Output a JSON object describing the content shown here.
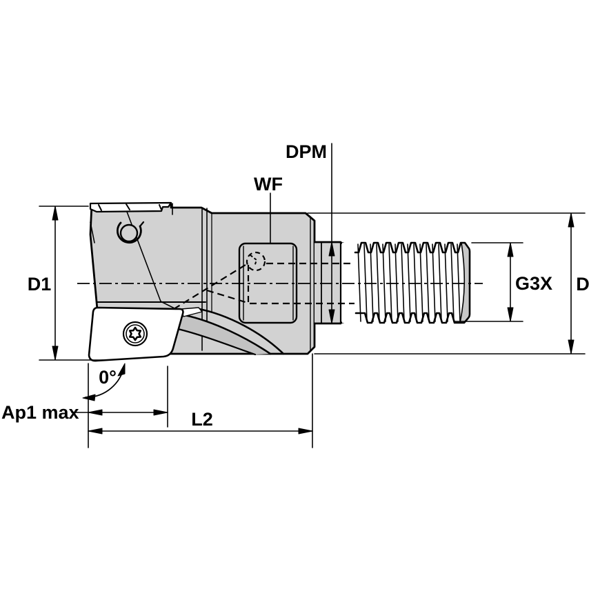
{
  "diagram": {
    "type": "technical-drawing",
    "subject": "indexable shoulder end mill with threaded modular shank",
    "colors": {
      "background": "#ffffff",
      "line": "#000000",
      "body": "#d2d2d2",
      "insert": "#ffffff",
      "thread_end_cap": "#c8c8c8",
      "flute_shade": "#c3c3c3"
    },
    "labels": {
      "dpm": "DPM",
      "wf": "WF",
      "d1": "D1",
      "g3x": "G3X",
      "d": "D",
      "lead_angle": "0°",
      "ap1_max": "Ap1 max",
      "l2": "L2"
    }
  }
}
